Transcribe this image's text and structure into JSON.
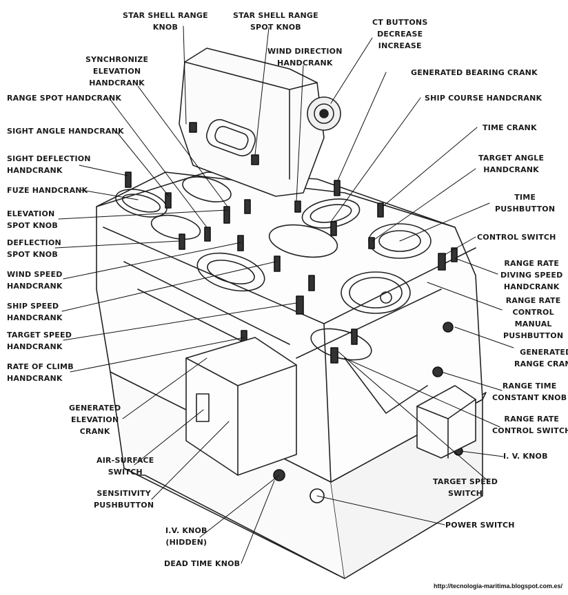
{
  "labels": {
    "star_shell_range_knob": [
      "STAR SHELL RANGE",
      "KNOB"
    ],
    "star_shell_range_spot_knob": [
      "STAR SHELL RANGE",
      "SPOT KNOB"
    ],
    "ct_buttons": [
      "Ct BUTTONS",
      "DECREASE",
      "INCREASE"
    ],
    "synchronize_elevation_handcrank": [
      "SYNCHRONIZE",
      "ELEVATION",
      "HANDCRANK"
    ],
    "wind_direction_handcrank": [
      "WIND DIRECTION",
      "HANDCRANK"
    ],
    "generated_bearing_crank": [
      "GENERATED BEARING CRANK"
    ],
    "range_spot_handcrank": [
      "RANGE SPOT HANDCRANK"
    ],
    "ship_course_handcrank": [
      "SHIP COURSE HANDCRANK"
    ],
    "sight_angle_handcrank": [
      "SIGHT ANGLE HANDCRANK"
    ],
    "time_crank": [
      "TIME  CRANK"
    ],
    "sight_deflection_handcrank": [
      "SIGHT DEFLECTION",
      "HANDCRANK"
    ],
    "target_angle_handcrank": [
      "TARGET ANGLE",
      "HANDCRANK"
    ],
    "fuze_handcrank": [
      "FUZE HANDCRANK"
    ],
    "time_pushbutton": [
      "TIME",
      "PUSHBUTTON"
    ],
    "elevation_spot_knob": [
      "ELEVATION",
      "SPOT KNOB"
    ],
    "control_switch": [
      "CONTROL SWITCH"
    ],
    "deflection_spot_knob": [
      "DEFLECTION",
      "SPOT KNOB"
    ],
    "range_rate_diving_speed_handcrank": [
      "RANGE RATE",
      "DIVING SPEED",
      "HANDCRANK"
    ],
    "wind_speed_handcrank": [
      "WIND SPEED",
      "HANDCRANK"
    ],
    "range_rate_control_manual_pushbutton": [
      "RANGE RATE",
      "CONTROL",
      "MANUAL",
      "PUSHBUTTON"
    ],
    "ship_speed_handcrank": [
      "SHIP SPEED",
      "HANDCRANK"
    ],
    "target_speed_handcrank": [
      "TARGET SPEED",
      "HANDCRANK"
    ],
    "generated_range_crank": [
      "GENERATED",
      "RANGE CRANK"
    ],
    "rate_of_climb_handcrank": [
      "RATE OF CLIMB",
      "HANDCRANK"
    ],
    "range_time_constant_knob": [
      "RANGE TIME",
      "CONSTANT KNOB"
    ],
    "generated_elevation_crank": [
      "GENERATED",
      "ELEVATION",
      "CRANK"
    ],
    "range_rate_control_switch": [
      "RANGE RATE",
      "CONTROL SWITCH"
    ],
    "iv_knob": [
      "I. V. KNOB"
    ],
    "air_surface_switch": [
      "AIR-SURFACE",
      "SWITCH"
    ],
    "target_speed_switch": [
      "TARGET SPEED",
      "SWITCH"
    ],
    "sensitivity_pushbutton": [
      "SENSITIVITY",
      "PUSHBUTTON"
    ],
    "power_switch": [
      "POWER SWITCH"
    ],
    "iv_knob_hidden": [
      "I.V. KNOB",
      "(HIDDEN)"
    ],
    "dead_time_knob": [
      "DEAD TIME KNOB"
    ]
  },
  "footer": {
    "url": "http://tecnologia-maritima.blogspot.com.es/"
  }
}
